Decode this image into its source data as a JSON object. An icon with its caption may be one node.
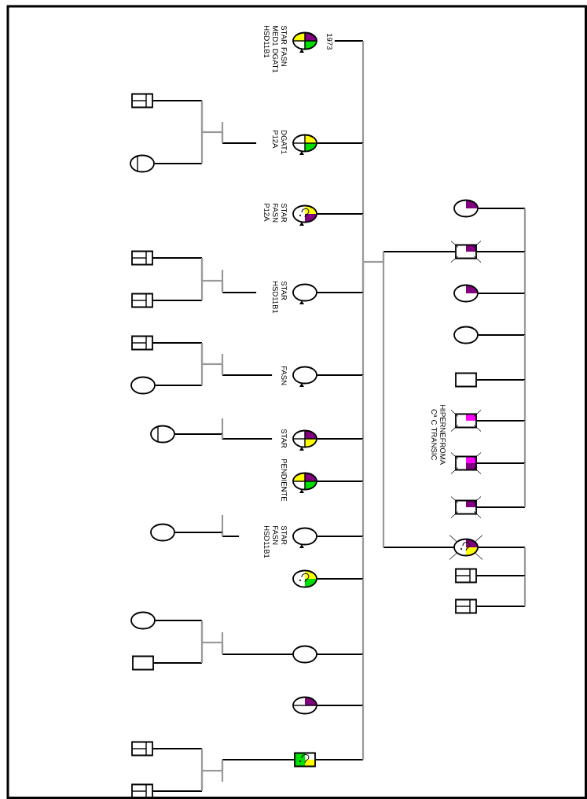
{
  "diagram": {
    "nodes": [
      {
        "text": [],
        "shape": "circle",
        "beside": [
          "1973",
          "STAR FASN MED1 DGAT1 HSD11B1"
        ]
      },
      {
        "text": [],
        "shape": "circle",
        "beside": [
          "DGAT1 P12A"
        ]
      },
      {
        "text": [],
        "shape": "circle",
        "beside": [
          "STAR FASN P12A"
        ]
      },
      {
        "text": [],
        "shape": "circle",
        "beside": [
          "STAR HSD11B1"
        ]
      },
      {
        "text": [],
        "shape": "circle",
        "beside": [
          "FASN"
        ]
      },
      {
        "text": [],
        "shape": "circle",
        "beside": [
          "STAR"
        ]
      },
      {
        "text": [],
        "shape": "circle",
        "beside": [
          "PENDIENTE"
        ]
      },
      {
        "text": [],
        "shape": "circle",
        "beside": [
          "STAR FASN HSD11B1"
        ]
      },
      {
        "text": [],
        "shape": "circle"
      },
      {
        "text": [],
        "shape": "circle"
      },
      {
        "text": [],
        "shape": "circle"
      },
      {
        "text": [],
        "shape": "box"
      },
      {
        "text": [],
        "shape": "box"
      },
      {
        "text": [],
        "shape": "circle"
      },
      {
        "text": [],
        "shape": "box"
      },
      {
        "text": [],
        "shape": "box"
      },
      {
        "text": [],
        "shape": "box"
      },
      {
        "text": [],
        "shape": "circle"
      },
      {
        "text": [],
        "shape": "circle"
      },
      {
        "text": [],
        "shape": "circle"
      },
      {
        "text": [],
        "shape": "circle"
      },
      {
        "text": [],
        "shape": "box"
      },
      {
        "text": [],
        "shape": "box"
      },
      {
        "text": [],
        "shape": "box"
      },
      {
        "text": [],
        "shape": "circle"
      },
      {
        "text": [],
        "shape": "box"
      },
      {
        "text": [],
        "shape": "circle"
      },
      {
        "text": [],
        "shape": "circle"
      },
      {
        "text": [],
        "shape": "box"
      },
      {
        "text": [],
        "shape": "box"
      },
      {
        "text": [],
        "shape": "box"
      },
      {
        "text": [],
        "shape": "box"
      },
      {
        "text": [],
        "shape": "circle"
      },
      {
        "text": [],
        "shape": "box"
      },
      {
        "text": [],
        "shape": "box"
      }
    ],
    "edges": [
      {
        "from": 25,
        "to": 32,
        "arrow": "none"
      },
      {
        "from": 25,
        "to": 3,
        "arrow": "none"
      },
      {
        "from": 0,
        "to": 1,
        "arrow": "none"
      },
      {
        "from": 1,
        "to": 2,
        "arrow": "none"
      },
      {
        "from": 2,
        "to": 3,
        "arrow": "none"
      },
      {
        "from": 3,
        "to": 4,
        "arrow": "none"
      },
      {
        "from": 4,
        "to": 5,
        "arrow": "none"
      },
      {
        "from": 5,
        "to": 6,
        "arrow": "none"
      },
      {
        "from": 6,
        "to": 7,
        "arrow": "none"
      },
      {
        "from": 7,
        "to": 8,
        "arrow": "none"
      },
      {
        "from": 8,
        "to": 9,
        "arrow": "none"
      },
      {
        "from": 9,
        "to": 10,
        "arrow": "none"
      },
      {
        "from": 10,
        "to": 11,
        "arrow": "none"
      },
      {
        "from": 1,
        "to": 12,
        "arrow": "none"
      },
      {
        "from": 12,
        "to": 13,
        "arrow": "none"
      },
      {
        "from": 3,
        "to": 14,
        "arrow": "none"
      },
      {
        "from": 14,
        "to": 15,
        "arrow": "none"
      },
      {
        "from": 4,
        "to": 16,
        "arrow": "none"
      },
      {
        "from": 16,
        "to": 17,
        "arrow": "none"
      },
      {
        "from": 5,
        "to": 18,
        "arrow": "none"
      },
      {
        "from": 7,
        "to": 19,
        "arrow": "none"
      },
      {
        "from": 9,
        "to": 20,
        "arrow": "none"
      },
      {
        "from": 20,
        "to": 21,
        "arrow": "none"
      },
      {
        "from": 11,
        "to": 23,
        "arrow": "none"
      },
      {
        "from": 22,
        "to": 23,
        "arrow": "none"
      },
      {
        "from": 24,
        "to": 25,
        "arrow": "none"
      },
      {
        "from": 25,
        "to": 26,
        "arrow": "none"
      },
      {
        "from": 26,
        "to": 27,
        "arrow": "none"
      },
      {
        "from": 27,
        "to": 28,
        "arrow": "none"
      },
      {
        "from": 28,
        "to": 29,
        "arrow": "none"
      },
      {
        "from": 29,
        "to": 30,
        "arrow": "none"
      },
      {
        "from": 30,
        "to": 31,
        "arrow": "none"
      },
      {
        "from": 32,
        "to": 33,
        "arrow": "none"
      },
      {
        "from": 33,
        "to": 34,
        "arrow": "none"
      }
    ],
    "labels": [
      "HIPERNEFROMA Cª C TRANSIC"
    ]
  }
}
